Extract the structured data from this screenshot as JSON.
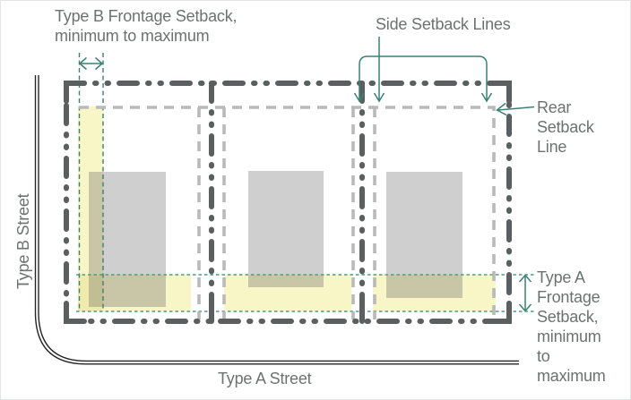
{
  "title": "Frontage and setback zoning diagram",
  "labels": {
    "type_b_frontage": "Type B Frontage Setback,\nminimum to maximum",
    "side_setback_lines": "Side Setback Lines",
    "rear_setback_line": "Rear\nSetback\nLine",
    "type_a_frontage": "Type A\nFrontage\nSetback,\nminimum\nto\nmaximum",
    "type_b_street": "Type B Street",
    "type_a_street": "Type A Street"
  },
  "colors": {
    "property_line": "#5b5f5f",
    "setback_line_gray": "#b9b9b9",
    "frontage_zone_yellow": "#f8f5c7",
    "frontage_zone_overlap": "#f0ebac",
    "building_gray": "#cfcfcf",
    "building_over_zone": "#c9c6a7",
    "building_over_double_zone": "#c2bd93",
    "annotation_teal": "#3a8173",
    "frontage_minmax_green": "#4f9b7f",
    "street_line": "#262626",
    "label_text": "#6d716f"
  }
}
